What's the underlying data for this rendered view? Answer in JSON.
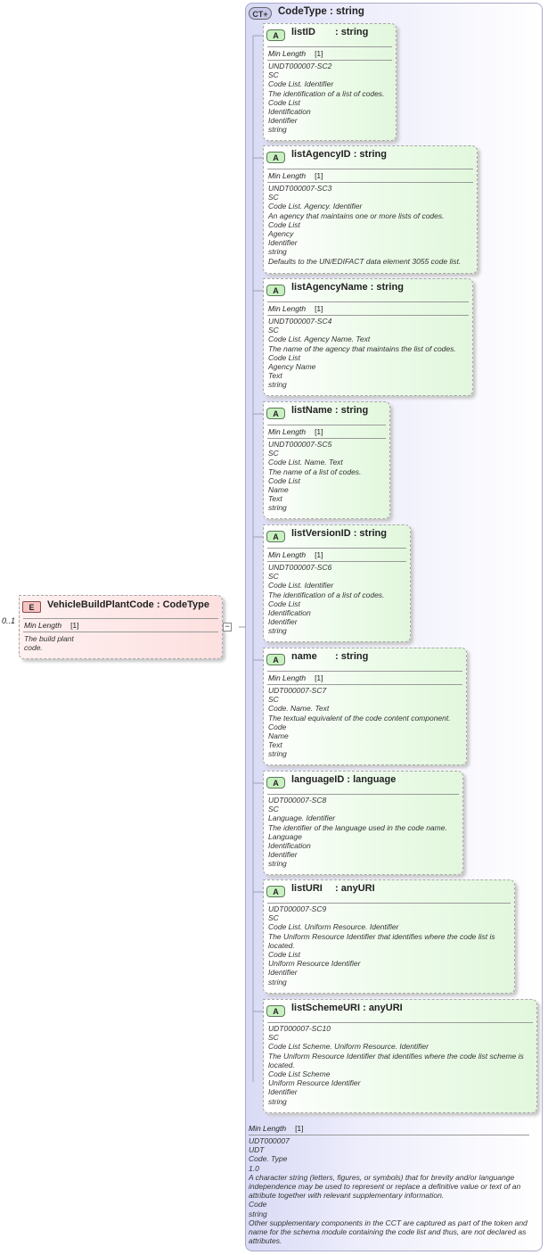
{
  "element": {
    "badge": "E",
    "name": "VehicleBuildPlantCode",
    "type": "CodeType",
    "multiplicity": "0..1",
    "min_length_label": "Min Length",
    "min_length_value": "[1]",
    "doc": [
      "The build plant",
      "code."
    ],
    "collapse_symbol": "−"
  },
  "complex_type": {
    "badge": "CT",
    "name": "CodeType",
    "type": "string",
    "min_length_label": "Min Length",
    "min_length_value": "[1]",
    "doc": [
      "UDT000007",
      "UDT",
      "Code. Type",
      "1.0",
      "A character string (letters, figures, or symbols) that for brevity and/or languange independence may be used to represent or replace a definitive value or text of an attribute together with relevant supplementary information.",
      "Code",
      "string",
      "Other supplementary components in the CCT are captured as part of the token and name for the schema module containing the code list and thus, are not declared as attributes."
    ]
  },
  "attributes": [
    {
      "badge": "A",
      "name": "listID",
      "type": "string",
      "min_length_label": "Min Length",
      "min_length_value": "[1]",
      "doc": [
        "UNDT000007-SC2",
        "SC",
        "Code List. Identifier",
        "The identification of a list of codes.",
        "Code List",
        "Identification",
        "Identifier",
        "string"
      ]
    },
    {
      "badge": "A",
      "name": "listAgencyID",
      "type": "string",
      "min_length_label": "Min Length",
      "min_length_value": "[1]",
      "doc": [
        "UNDT000007-SC3",
        "SC",
        "Code List. Agency. Identifier",
        "An agency that maintains one or more lists of codes.",
        "Code List",
        "Agency",
        "Identifier",
        "string",
        "Defaults to the UN/EDIFACT data element 3055 code list."
      ]
    },
    {
      "badge": "A",
      "name": "listAgencyName",
      "type": "string",
      "min_length_label": "Min Length",
      "min_length_value": "[1]",
      "doc": [
        "UNDT000007-SC4",
        "SC",
        "Code List. Agency Name. Text",
        "The name of the agency that maintains the list of codes.",
        "Code List",
        "Agency Name",
        "Text",
        "string"
      ]
    },
    {
      "badge": "A",
      "name": "listName",
      "type": "string",
      "min_length_label": "Min Length",
      "min_length_value": "[1]",
      "doc": [
        "UNDT000007-SC5",
        "SC",
        "Code List. Name. Text",
        "The name of a list of codes.",
        "Code List",
        "Name",
        "Text",
        "string"
      ]
    },
    {
      "badge": "A",
      "name": "listVersionID",
      "type": "string",
      "min_length_label": "Min Length",
      "min_length_value": "[1]",
      "doc": [
        "UNDT000007-SC6",
        "SC",
        "Code List. Identifier",
        "The identification of a list of codes.",
        "Code List",
        "Identification",
        "Identifier",
        "string"
      ]
    },
    {
      "badge": "A",
      "name": "name",
      "type": "string",
      "min_length_label": "Min Length",
      "min_length_value": "[1]",
      "doc": [
        "UDT000007-SC7",
        "SC",
        "Code. Name. Text",
        "The textual equivalent of the code content component.",
        "Code",
        "Name",
        "Text",
        "string"
      ]
    },
    {
      "badge": "A",
      "name": "languageID",
      "type": "language",
      "doc": [
        "UDT000007-SC8",
        "SC",
        "Language. Identifier",
        "The identifier of the language used in the code name.",
        "Language",
        "Identification",
        "Identifier",
        "string"
      ]
    },
    {
      "badge": "A",
      "name": "listURI",
      "type": "anyURI",
      "doc": [
        "UDT000007-SC9",
        "SC",
        "Code List. Uniform Resource. Identifier",
        "The Uniform Resource Identifier that identifies where the code list is located.",
        "Code List",
        "Uniform Resource Identifier",
        "Identifier",
        "string"
      ]
    },
    {
      "badge": "A",
      "name": "listSchemeURI",
      "type": "anyURI",
      "doc": [
        "UDT000007-SC10",
        "SC",
        "Code List Scheme. Uniform Resource. Identifier",
        "The Uniform Resource Identifier that identifies where the code list scheme is located.",
        "Code List Scheme",
        "Uniform Resource Identifier",
        "Identifier",
        "string"
      ]
    }
  ]
}
